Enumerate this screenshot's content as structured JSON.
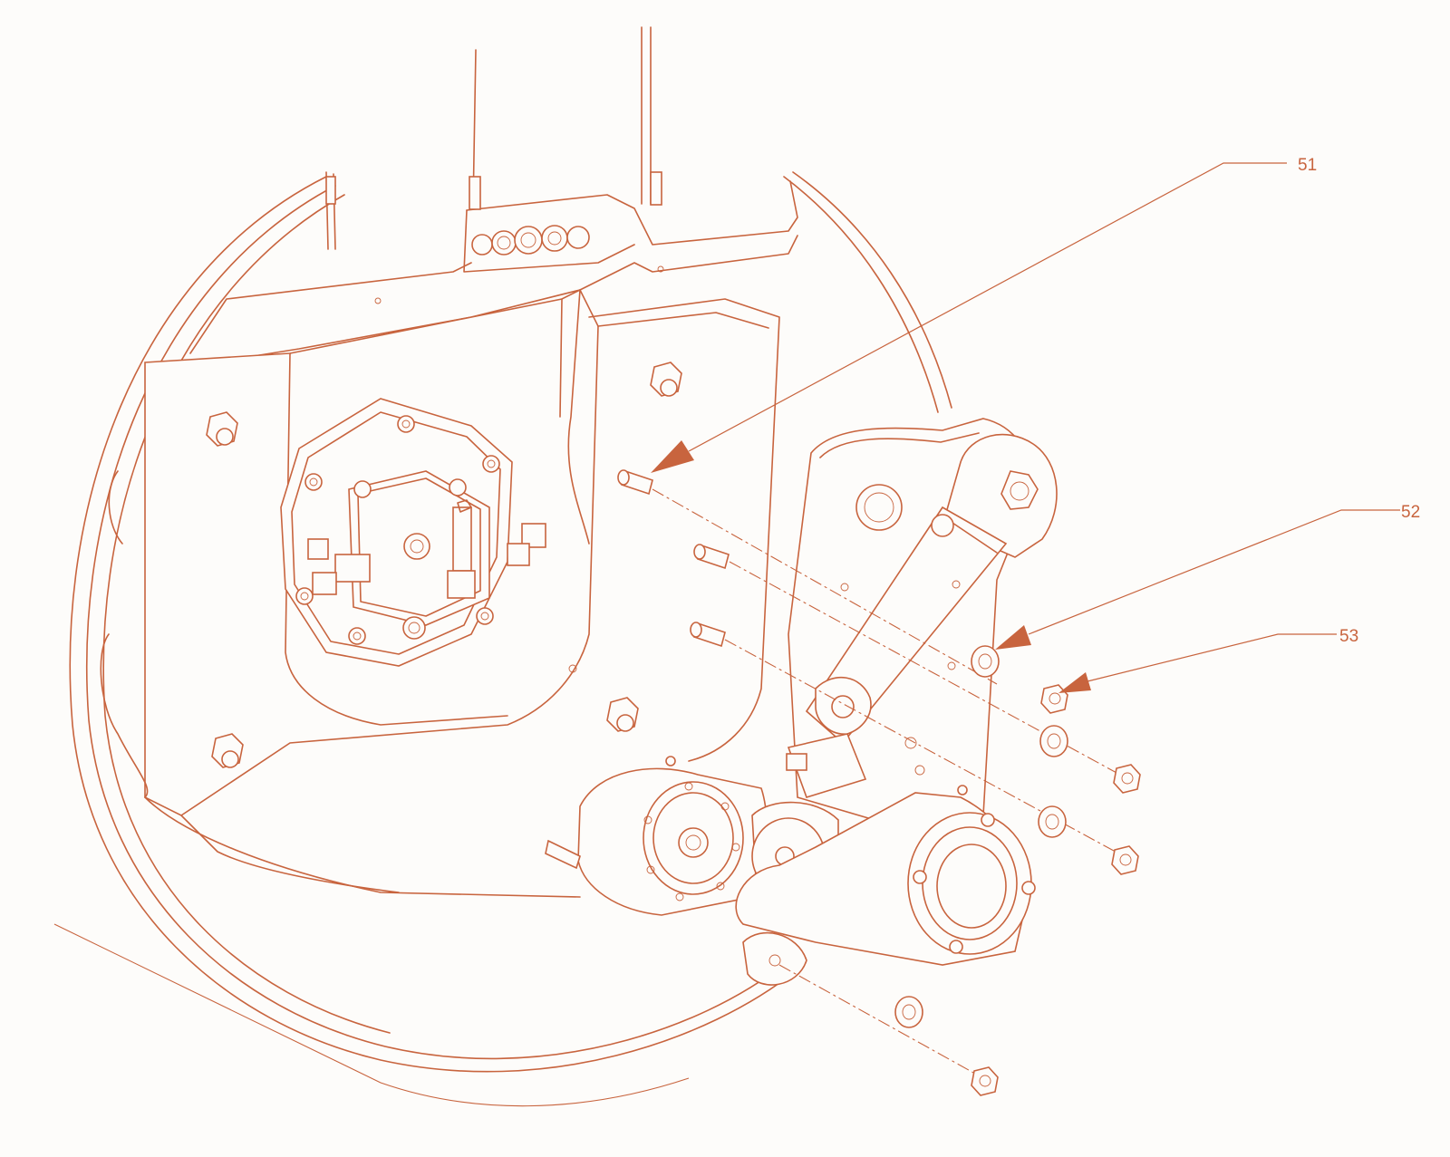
{
  "diagram": {
    "line_color": "#c8643e",
    "background_color": "#fdfcfa",
    "callouts": [
      {
        "id": "51",
        "label": "51"
      },
      {
        "id": "52",
        "label": "52"
      },
      {
        "id": "53",
        "label": "53"
      }
    ]
  }
}
